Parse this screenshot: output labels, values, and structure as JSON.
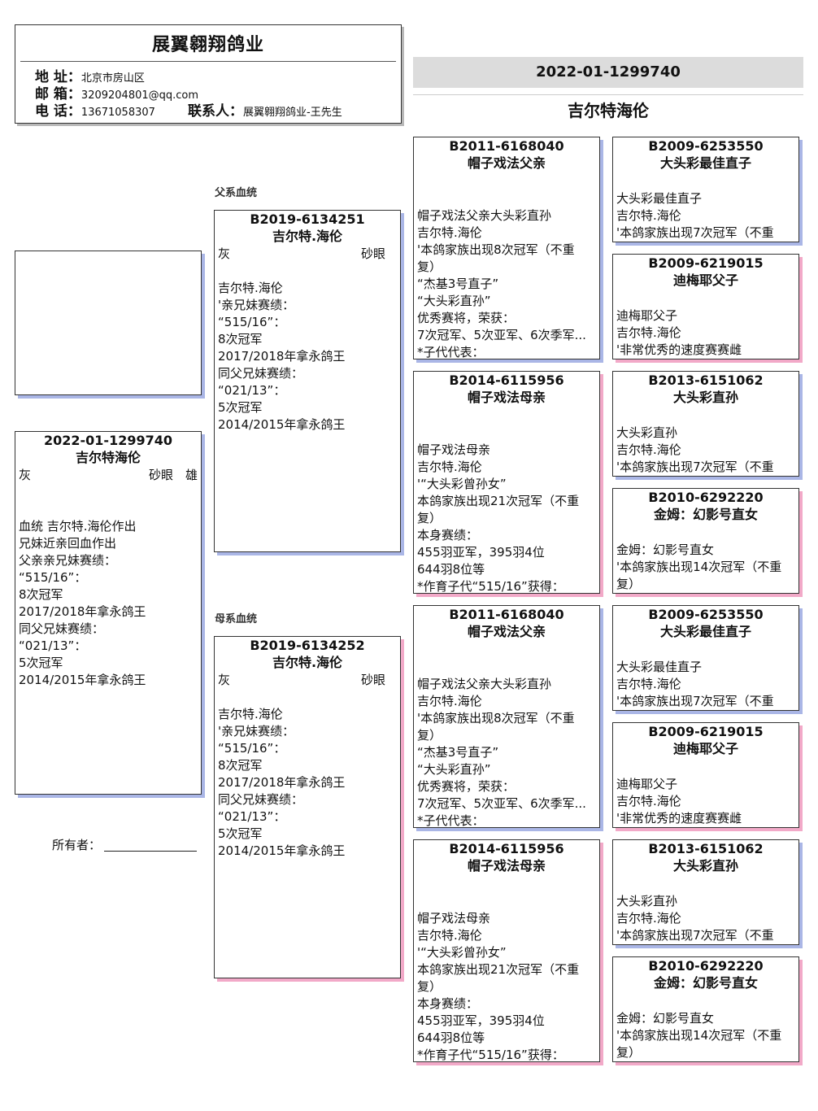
{
  "header": {
    "title": "展翼翱翔鸽业",
    "address_label": "地 址：",
    "address": "北京市房山区",
    "email_label": "邮 箱：",
    "email": "3209204801@qq.com",
    "phone_label": "电 话：",
    "phone": "13671058307",
    "contact_label": "联系人：",
    "contact": "展翼翱翔鸽业-王先生"
  },
  "top": {
    "ring": "2022-01-1299740",
    "name": "吉尔特海伦"
  },
  "main": {
    "ring": "2022-01-1299740",
    "name": "吉尔特海伦",
    "color": "灰",
    "eye": "砂眼",
    "sex": "雄",
    "desc": "血统 吉尔特.海伦作出\n兄妹近亲回血作出\n父亲亲兄妹赛绩：\n“515/16”：\n8次冠军\n2017/2018年拿永鸽王\n同父兄妹赛绩：\n“021/13”：\n5次冠军\n2014/2015年拿永鸽王"
  },
  "owner_label": "所有者：",
  "sire_section": "父系血统",
  "dam_section": "母系血统",
  "sire": {
    "ring": "B2019-6134251",
    "name": "吉尔特.海伦",
    "color": "灰",
    "eye": "砂眼",
    "desc": "吉尔特.海伦\n'亲兄妹赛绩：\n“515/16”：\n8次冠军\n2017/2018年拿永鸽王\n同父兄妹赛绩：\n“021/13”：\n5次冠军\n2014/2015年拿永鸽王"
  },
  "dam": {
    "ring": "B2019-6134252",
    "name": "吉尔特.海伦",
    "color": "灰",
    "eye": "砂眼",
    "desc": "吉尔特.海伦\n'亲兄妹赛绩：\n“515/16”：\n8次冠军\n2017/2018年拿永鸽王\n同父兄妹赛绩：\n“021/13”：\n5次冠军\n2014/2015年拿永鸽王"
  },
  "gen3": [
    {
      "ring": "B2011-6168040",
      "name": "帽子戏法父亲",
      "desc": "帽子戏法父亲大头彩直孙\n吉尔特.海伦\n'本鸽家族出现8次冠军（不重复）\n“杰基3号直子”\n“大头彩直孙”\n优秀赛将，荣获：\n7次冠军、5次亚军、6次季军...\n*子代代表："
    },
    {
      "ring": "B2014-6115956",
      "name": "帽子戏法母亲",
      "desc": "帽子戏法母亲\n吉尔特.海伦\n'“大头彩曾孙女”\n本鸽家族出现21次冠军（不重复）\n本身赛绩：\n455羽亚军，395羽4位\n644羽8位等\n*作育子代“515/16”获得："
    },
    {
      "ring": "B2011-6168040",
      "name": "帽子戏法父亲",
      "desc": "帽子戏法父亲大头彩直孙\n吉尔特.海伦\n'本鸽家族出现8次冠军（不重复）\n“杰基3号直子”\n“大头彩直孙”\n优秀赛将，荣获：\n7次冠军、5次亚军、6次季军...\n*子代代表："
    },
    {
      "ring": "B2014-6115956",
      "name": "帽子戏法母亲",
      "desc": "帽子戏法母亲\n吉尔特.海伦\n'“大头彩曾孙女”\n本鸽家族出现21次冠军（不重复）\n本身赛绩：\n455羽亚军，395羽4位\n644羽8位等\n*作育子代“515/16”获得："
    }
  ],
  "gen4": [
    {
      "ring": "B2009-6253550",
      "name": "大头彩最佳直子",
      "desc": "大头彩最佳直子\n吉尔特.海伦\n'本鸽家族出现7次冠军（不重"
    },
    {
      "ring": "B2009-6219015",
      "name": "迪梅耶父子",
      "desc": "迪梅耶父子\n吉尔特.海伦\n'非常优秀的速度赛赛雌"
    },
    {
      "ring": "B2013-6151062",
      "name": "大头彩直孙",
      "desc": "大头彩直孙\n吉尔特.海伦\n'本鸽家族出现7次冠军（不重"
    },
    {
      "ring": "B2010-6292220",
      "name": "金姆：幻影号直女",
      "desc": "金姆：幻影号直女\n'本鸽家族出现14次冠军（不重复）"
    },
    {
      "ring": "B2009-6253550",
      "name": "大头彩最佳直子",
      "desc": "大头彩最佳直子\n吉尔特.海伦\n'本鸽家族出现7次冠军（不重"
    },
    {
      "ring": "B2009-6219015",
      "name": "迪梅耶父子",
      "desc": "迪梅耶父子\n吉尔特.海伦\n'非常优秀的速度赛赛雌"
    },
    {
      "ring": "B2013-6151062",
      "name": "大头彩直孙",
      "desc": "大头彩直孙\n吉尔特.海伦\n'本鸽家族出现7次冠军（不重"
    },
    {
      "ring": "B2010-6292220",
      "name": "金姆：幻影号直女",
      "desc": "金姆：幻影号直女\n'本鸽家族出现14次冠军（不重复）"
    }
  ]
}
